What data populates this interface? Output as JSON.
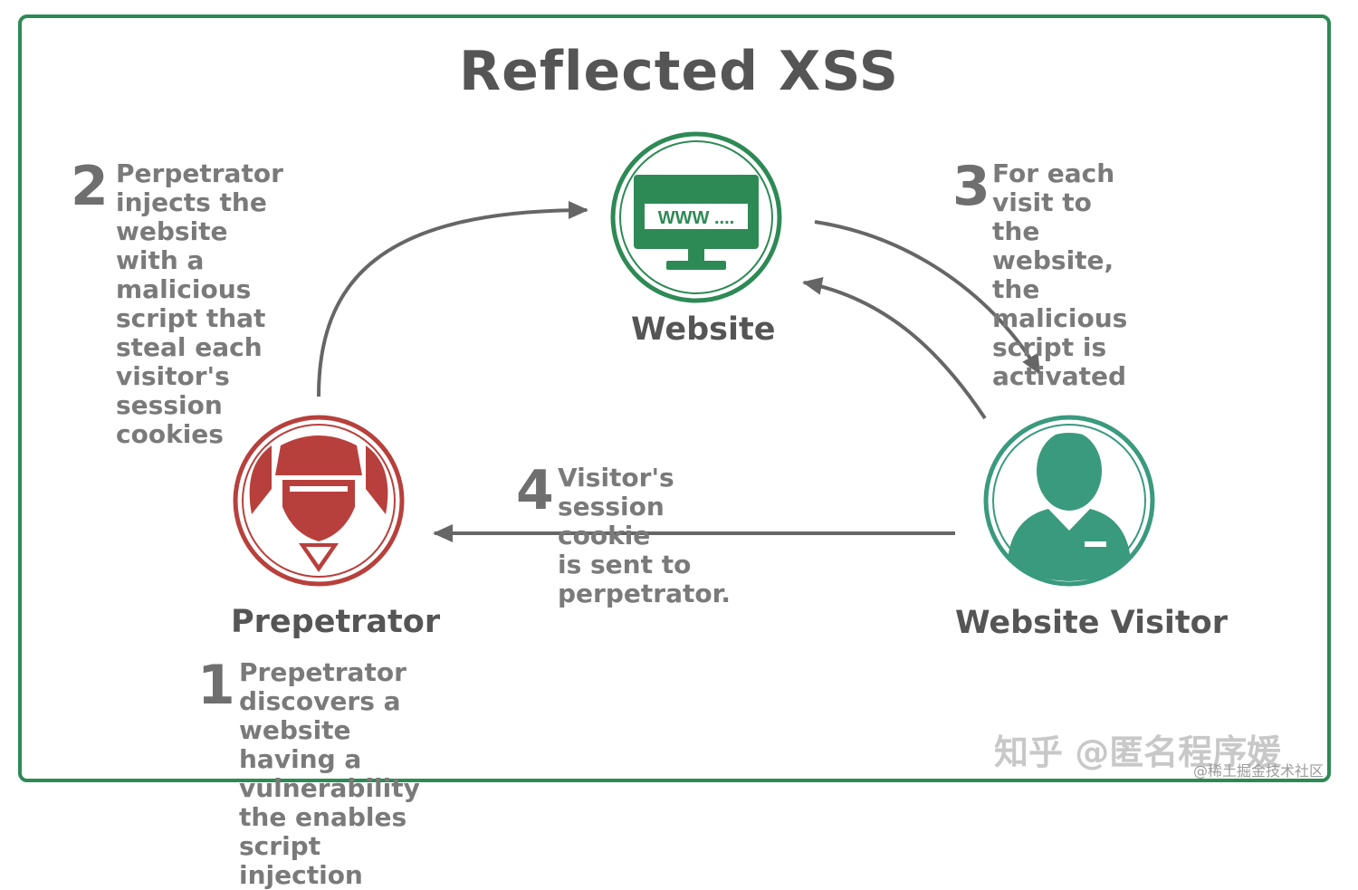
{
  "title": "Reflected XSS",
  "nodes": {
    "website": {
      "label": "Website",
      "screen_text": "WWW ...."
    },
    "perpetrator": {
      "label": "Prepetrator"
    },
    "visitor": {
      "label": "Website Visitor"
    }
  },
  "steps": [
    {
      "number": "1",
      "text": "Prepetrator discovers a\nwebsite having a vulnerability\nthe enables script injection"
    },
    {
      "number": "2",
      "text": "Perpetrator injects the\nwebsite with a malicious\nscript that steal each\nvisitor's session\ncookies"
    },
    {
      "number": "3",
      "text": "For each visit to the\nwebsite, the malicious\nscript is activated"
    },
    {
      "number": "4",
      "text": "Visitor's session cookie\nis sent to perpetrator."
    }
  ],
  "watermark": {
    "main": "知乎 @匿名程序媛",
    "sub": "@稀土掘金技术社区"
  },
  "colors": {
    "frame": "#2e8a55",
    "website": "#2e8a55",
    "perpetrator": "#b8403c",
    "visitor": "#3a9a7e",
    "arrow": "#666666",
    "text": "#7a7a7a",
    "title": "#555555"
  },
  "icons": {
    "website": "monitor-icon",
    "perpetrator": "hacker-icon",
    "visitor": "user-icon"
  }
}
